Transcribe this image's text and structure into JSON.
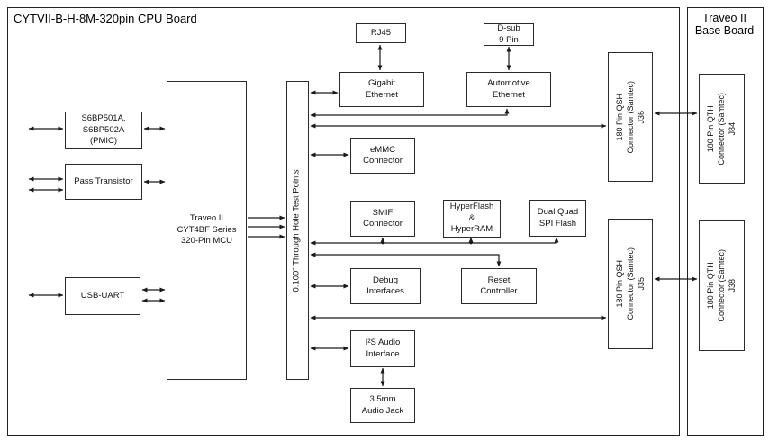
{
  "cpu_board": {
    "title": "CYTVII-B-H-8M-320pin CPU Board"
  },
  "base_board": {
    "title": "Traveo II\nBase Board"
  },
  "blocks": {
    "rj45": {
      "label": "RJ45"
    },
    "dsub": {
      "label": "D-sub\n9 Pin"
    },
    "gigabit_ethernet": {
      "label": "Gigabit\nEthernet"
    },
    "automotive_ethernet": {
      "label": "Automotive\nEthernet"
    },
    "pmic": {
      "label": "S6BP501A,\nS6BP502A\n(PMIC)"
    },
    "pass_transistor": {
      "label": "Pass Transistor"
    },
    "usb_uart": {
      "label": "USB-UART"
    },
    "mcu": {
      "label": "Traveo II\nCYT4BF Series\n320-Pin MCU"
    },
    "test_points": {
      "label": "0.100\" Through Hole Test Points"
    },
    "emmc": {
      "label": "eMMC\nConnector"
    },
    "smif": {
      "label": "SMIF\nConnector"
    },
    "hyperflash": {
      "label": "HyperFlash\n&\nHyperRAM"
    },
    "dual_quad": {
      "label": "Dual Quad\nSPI Flash"
    },
    "debug": {
      "label": "Debug\nInterfaces"
    },
    "reset": {
      "label": "Reset\nController"
    },
    "i2s": {
      "label": "I²S Audio\nInterface"
    },
    "audio_jack": {
      "label": "3.5mm\nAudio Jack"
    },
    "j36": {
      "label": "180 Pin QSH\nConnector (Samtec)\nJ36"
    },
    "j35": {
      "label": "180 Pin QSH\nConnector (Samtec)\nJ35"
    },
    "j84": {
      "label": "180 Pin QTH\nConnector (Samtec)\nJ84"
    },
    "j38": {
      "label": "180 Pin QTH\nConnector (Samtec)\nJ38"
    }
  },
  "colors": {
    "line": "#1a1a1a",
    "box_border": "#2b2b2b",
    "background": "#ffffff"
  }
}
